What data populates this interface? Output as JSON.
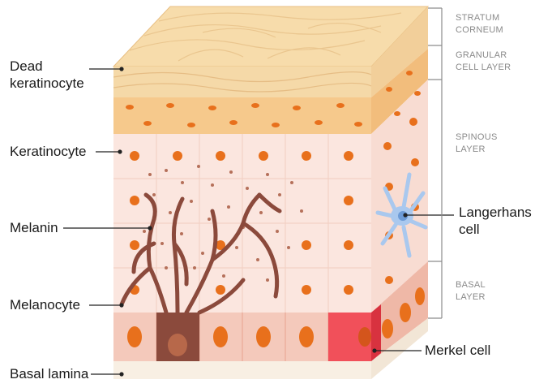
{
  "labels_left": {
    "dead_keratinocyte": [
      "Dead",
      "keratinocyte"
    ],
    "keratinocyte": "Keratinocyte",
    "melanin": "Melanin",
    "melanocyte": "Melanocyte",
    "basal_lamina": "Basal lamina"
  },
  "labels_right": {
    "langerhans": [
      "Langerhans",
      "cell"
    ],
    "merkel": "Merkel cell"
  },
  "layers": {
    "stratum_corneum": [
      "STRATUM",
      "CORNEUM"
    ],
    "granular": [
      "GRANULAR",
      "CELL LAYER"
    ],
    "spinous": [
      "SPINOUS",
      "LAYER"
    ],
    "basal": [
      "BASAL",
      "LAYER"
    ]
  },
  "colors": {
    "corneum": "#f5d9a8",
    "granular": "#f6c98c",
    "spinous": "#fbe6df",
    "basal": "#f4c9bb",
    "nucleus": "#e8701c",
    "melanocyte": "#8b4a3c",
    "merkel": "#f1505a",
    "langerhans": "#a9c8ee",
    "lamina": "#f8efe3"
  }
}
